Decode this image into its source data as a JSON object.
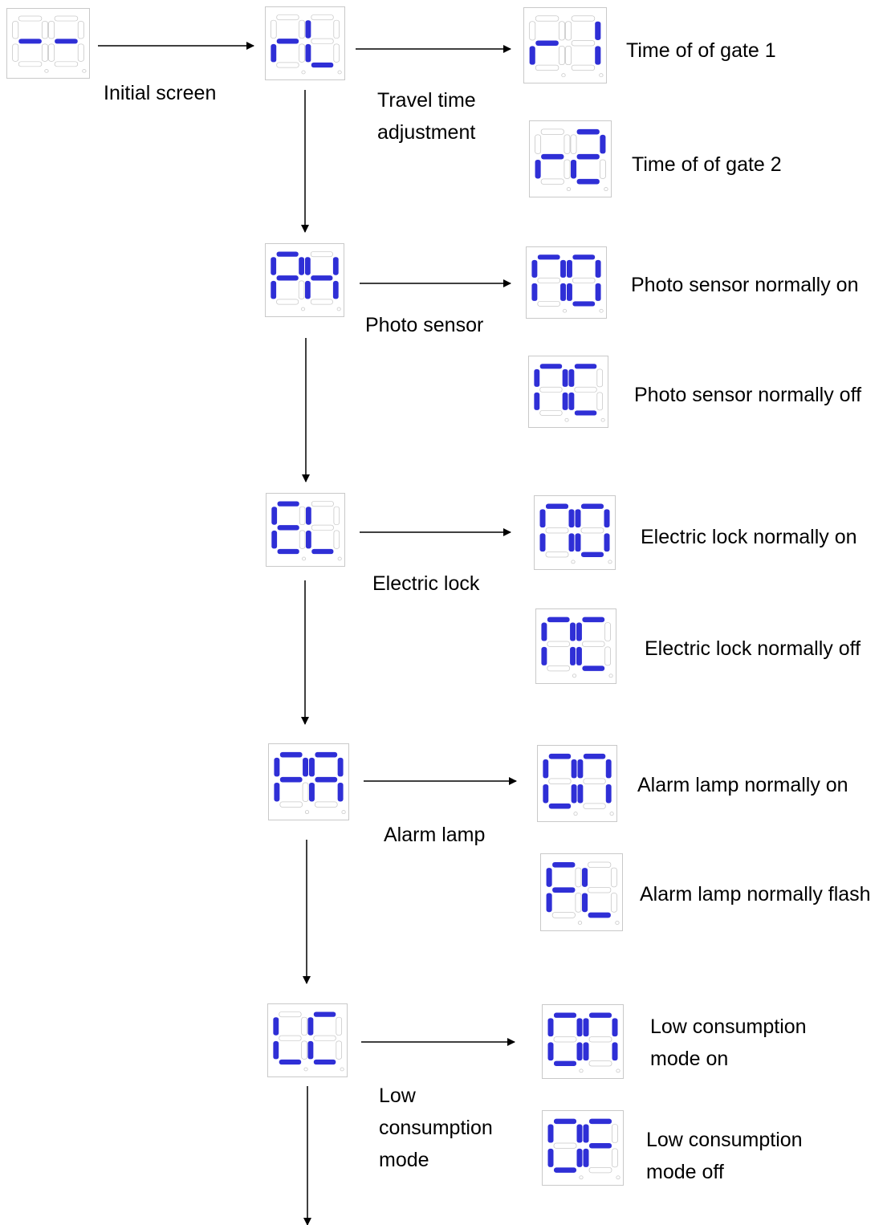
{
  "colors": {
    "segment_on": "#2f2fd6",
    "segment_off": "#c8c8c8",
    "line": "#000000"
  },
  "displays": {
    "initial": {
      "chars": [
        "-",
        "-"
      ]
    },
    "travel": {
      "chars": [
        "r",
        "L"
      ]
    },
    "r1": {
      "chars": [
        "r",
        "1"
      ]
    },
    "r2": {
      "chars": [
        "r",
        "2"
      ]
    },
    "photo": {
      "chars": [
        "P",
        "H"
      ]
    },
    "photo_no": {
      "chars": [
        "N",
        "O"
      ]
    },
    "photo_nc": {
      "chars": [
        "N",
        "C"
      ]
    },
    "elock": {
      "chars": [
        "E",
        "L"
      ]
    },
    "elock_no": {
      "chars": [
        "N",
        "O"
      ]
    },
    "elock_nc": {
      "chars": [
        "N",
        "C"
      ]
    },
    "alarm": {
      "chars": [
        "P",
        "A"
      ]
    },
    "alarm_on": {
      "chars": [
        "O",
        "N"
      ]
    },
    "alarm_fl": {
      "chars": [
        "F",
        "L"
      ]
    },
    "lowc": {
      "chars": [
        "L",
        "C"
      ]
    },
    "lowc_on": {
      "chars": [
        "O",
        "N"
      ]
    },
    "lowc_of": {
      "chars": [
        "O",
        "F"
      ]
    }
  },
  "labels": {
    "initial": "Initial screen",
    "travel": [
      "Travel  time",
      "adjustment"
    ],
    "r1": "Time of of gate 1",
    "r2": "Time of of gate 2",
    "photo": "Photo sensor",
    "photo_no": "Photo sensor normally on",
    "photo_nc": "Photo sensor normally off",
    "elock": "Electric lock",
    "elock_no": "Electric lock normally on",
    "elock_nc": "Electric lock normally off",
    "alarm": "Alarm lamp",
    "alarm_on": "Alarm lamp normally on",
    "alarm_fl": "Alarm lamp normally flash",
    "lowc": [
      "Low",
      "consumption",
      "mode"
    ],
    "lowc_on": [
      "Low consumption",
      "mode on"
    ],
    "lowc_of": [
      "Low consumption",
      "mode off"
    ]
  }
}
